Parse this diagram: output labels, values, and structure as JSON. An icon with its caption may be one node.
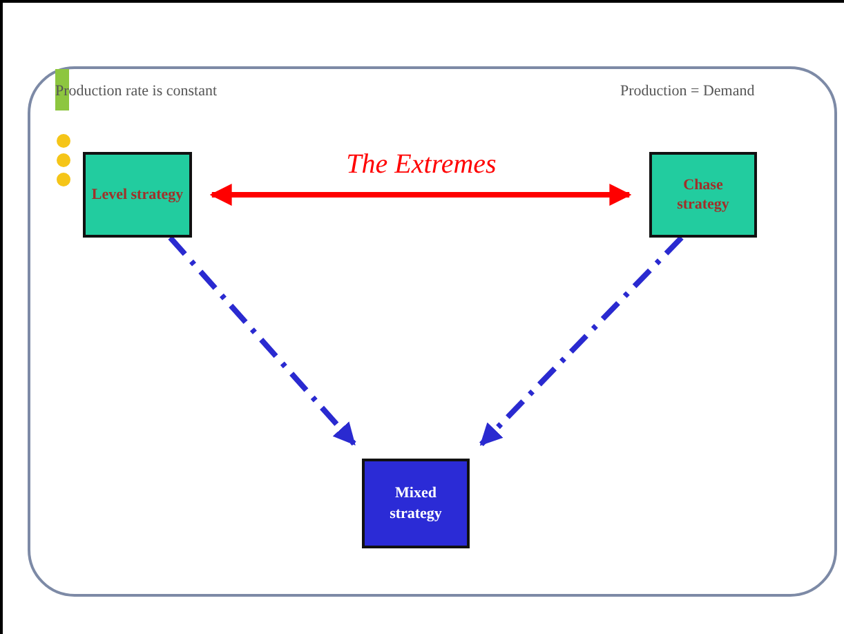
{
  "diagram": {
    "nodes": [
      {
        "text": [
          "Level strategy"
        ]
      },
      {
        "text": [
          "Chase strategy"
        ]
      },
      {
        "text": [
          "Mixed strategy"
        ]
      }
    ],
    "edges": [
      {
        "from": 0,
        "to": 1,
        "arrow": "both",
        "label": "The Extremes",
        "color": "#ff0000"
      },
      {
        "from": 0,
        "to": 2,
        "arrow": "to",
        "style": "dashed"
      },
      {
        "from": 1,
        "to": 2,
        "arrow": "to",
        "style": "dashed"
      }
    ],
    "labels": [
      "Production rate is constant",
      "Production = Demand"
    ]
  }
}
